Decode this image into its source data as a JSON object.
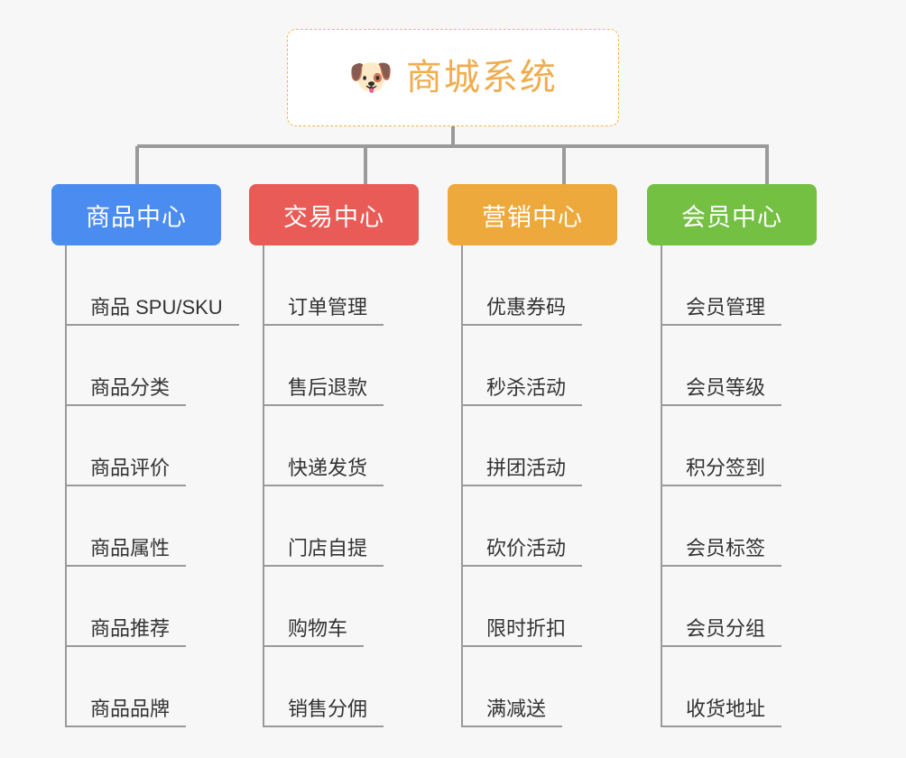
{
  "root": {
    "icon": "dog-face-icon",
    "icon_glyph": "🐶",
    "title": "商城系统",
    "accent_color": "#f0ad4e",
    "border_color": "#f3b84a",
    "background_color": "#ffffff"
  },
  "canvas": {
    "background_color": "#f7f7f7",
    "connector_color": "#9a9a9a"
  },
  "categories": [
    {
      "label": "商品中心",
      "color": "#4a8cf0",
      "items": [
        {
          "label": "商品 SPU/SKU"
        },
        {
          "label": "商品分类"
        },
        {
          "label": "商品评价"
        },
        {
          "label": "商品属性"
        },
        {
          "label": "商品推荐"
        },
        {
          "label": "商品品牌"
        }
      ]
    },
    {
      "label": "交易中心",
      "color": "#e85b56",
      "items": [
        {
          "label": "订单管理"
        },
        {
          "label": "售后退款"
        },
        {
          "label": "快递发货"
        },
        {
          "label": "门店自提"
        },
        {
          "label": "购物车"
        },
        {
          "label": "销售分佣"
        }
      ]
    },
    {
      "label": "营销中心",
      "color": "#eda93c",
      "items": [
        {
          "label": "优惠券码"
        },
        {
          "label": "秒杀活动"
        },
        {
          "label": "拼团活动"
        },
        {
          "label": "砍价活动"
        },
        {
          "label": "限时折扣"
        },
        {
          "label": "满减送"
        }
      ]
    },
    {
      "label": "会员中心",
      "color": "#74c043",
      "items": [
        {
          "label": "会员管理"
        },
        {
          "label": "会员等级"
        },
        {
          "label": "积分签到"
        },
        {
          "label": "会员标签"
        },
        {
          "label": "会员分组"
        },
        {
          "label": "收货地址"
        }
      ]
    }
  ]
}
